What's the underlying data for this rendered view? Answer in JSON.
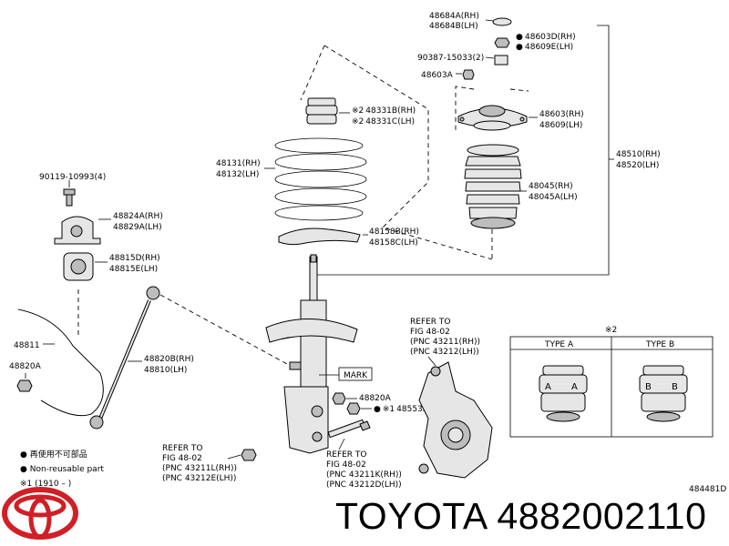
{
  "callouts": {
    "p48684A": "48684A(RH)",
    "p48684B": "48684B(LH)",
    "p48603D": "48603D(RH)",
    "p48609E": "48609E(LH)",
    "p90387": "90387-15033(2)",
    "p48603A": "48603A",
    "p48331B": "48331B(RH)",
    "p48331C": "48331C(LH)",
    "p48603": "48603(RH)",
    "p48609": "48609(LH)",
    "p48131": "48131(RH)",
    "p48132": "48132(LH)",
    "p48510": "48510(RH)",
    "p48520": "48520(LH)",
    "p48045": "48045(RH)",
    "p48045A": "48045A(LH)",
    "p90119": "90119-10993(4)",
    "p48824A": "48824A(RH)",
    "p48829A": "48829A(LH)",
    "p48158B": "48158B(RH)",
    "p48158C": "48158C(LH)",
    "p48815D": "48815D(RH)",
    "p48815E": "48815E(LH)",
    "p48811": "48811",
    "p48820A_left": "48820A",
    "p48820B": "48820B(RH)",
    "p48810": "48810(LH)",
    "mark": "MARK",
    "p48820A_right": "48820A",
    "p48553F": "48553F",
    "mark_x1": "※1",
    "mark_x2": "※2",
    "mark_bullet": "●"
  },
  "refs": {
    "r1": [
      "REFER TO",
      "FIG 48-02",
      "(PNC 43211(RH))",
      "(PNC 43212(LH))"
    ],
    "r2": [
      "REFER TO",
      "FIG 48-02",
      "(PNC 43211L(RH))",
      "(PNC 43212E(LH))"
    ],
    "r3": [
      "REFER TO",
      "FIG 48-02",
      "(PNC 43211K(RH))",
      "(PNC 43212D(LH))"
    ]
  },
  "types": {
    "note": "※2",
    "type_a": "TYPE A",
    "type_b": "TYPE B",
    "letter_a": "A",
    "letter_b": "B"
  },
  "legend": {
    "l1": "● 再使用不可部品",
    "l2": "● Non-reusable part",
    "l3": "※1 (1910 –      )"
  },
  "diagram_id": "484481D",
  "brand": "TOYOTA 4882002110",
  "colors": {
    "logo_red": "#d11f26"
  }
}
